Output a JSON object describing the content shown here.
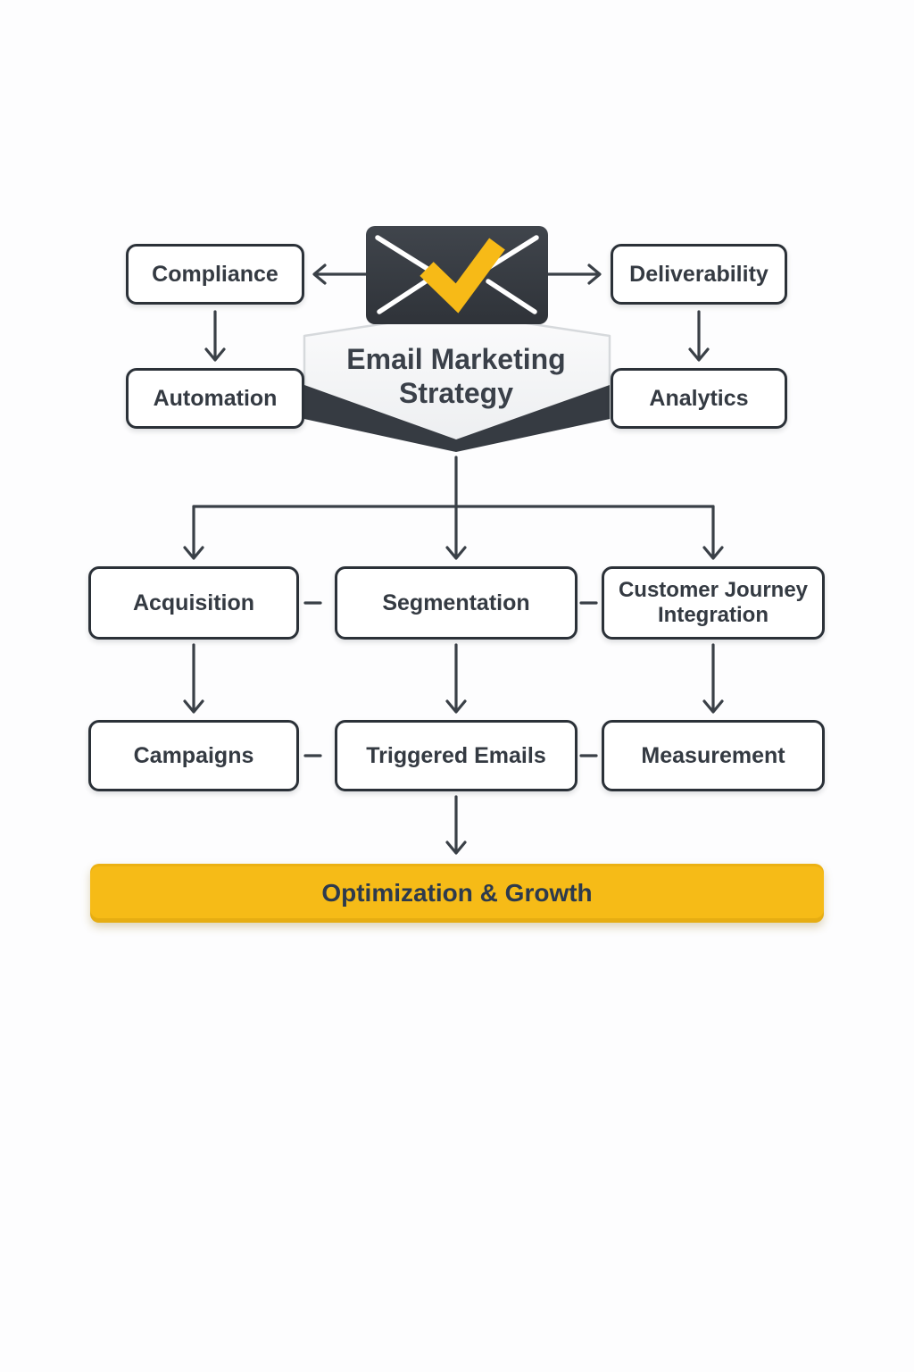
{
  "title": "Email Marketing Strategy",
  "icon": {
    "name": "envelope-with-checkmark"
  },
  "colors": {
    "dark": "#363b42",
    "line": "#3a4047",
    "accent_yellow": "#f6bb17",
    "box_border": "#2b3138",
    "box_bg": "#ffffff",
    "banner_text": "#2d3a4d",
    "shield_fill": "#f4f5f6"
  },
  "nodes": {
    "compliance": {
      "label": "Compliance"
    },
    "deliverability": {
      "label": "Deliverability"
    },
    "automation": {
      "label": "Automation"
    },
    "analytics": {
      "label": "Analytics"
    },
    "acquisition": {
      "label": "Acquisition"
    },
    "segmentation": {
      "label": "Segmentation"
    },
    "customer_journey": {
      "label": "Customer Journey Integration"
    },
    "campaigns": {
      "label": "Campaigns"
    },
    "triggered_emails": {
      "label": "Triggered Emails"
    },
    "measurement": {
      "label": "Measurement"
    },
    "optimization": {
      "label": "Optimization & Growth"
    }
  }
}
